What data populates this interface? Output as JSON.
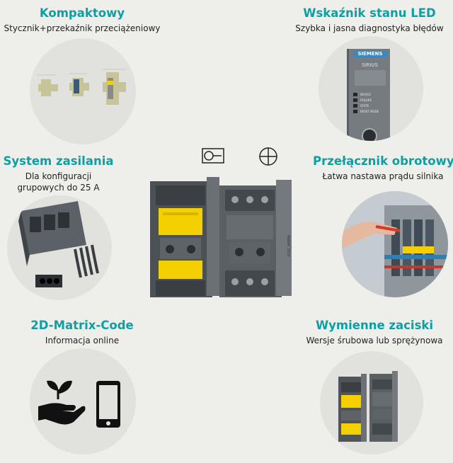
{
  "features": [
    {
      "id": "compact",
      "title": "Kompaktowy",
      "subtitle": "Stycznik+przekaźnik przeciążeniowy"
    },
    {
      "id": "led",
      "title": "Wskaźnik stanu LED",
      "subtitle": "Szybka i jasna diagnostyka błędów"
    },
    {
      "id": "power",
      "title": "System zasilania",
      "subtitle_line1": "Dla konfiguracji",
      "subtitle_line2": "grupowych do 25 A"
    },
    {
      "id": "rotary",
      "title": "Przełącznik obrotowy",
      "subtitle": "Łatwa nastawa prądu silnika"
    },
    {
      "id": "matrix",
      "title": "2D-Matrix-Code",
      "subtitle": "Informacja online"
    },
    {
      "id": "terminals",
      "title": "Wymienne zaciski",
      "subtitle": "Wersje śrubowa lub sprężynowa"
    }
  ],
  "led_device": {
    "brand": "SIEMENS",
    "series": "SIRIUS",
    "led_labels": [
      "DEVICE",
      "FAILURE",
      "STATE",
      "RESET MODE"
    ]
  },
  "center_image_code": "IC02_00009",
  "colors": {
    "accent": "#0f9fa3",
    "background": "#eeeeea",
    "circle": "#e1e1dd",
    "device_gray": "#5c6166",
    "yellow": "#f5d000"
  }
}
